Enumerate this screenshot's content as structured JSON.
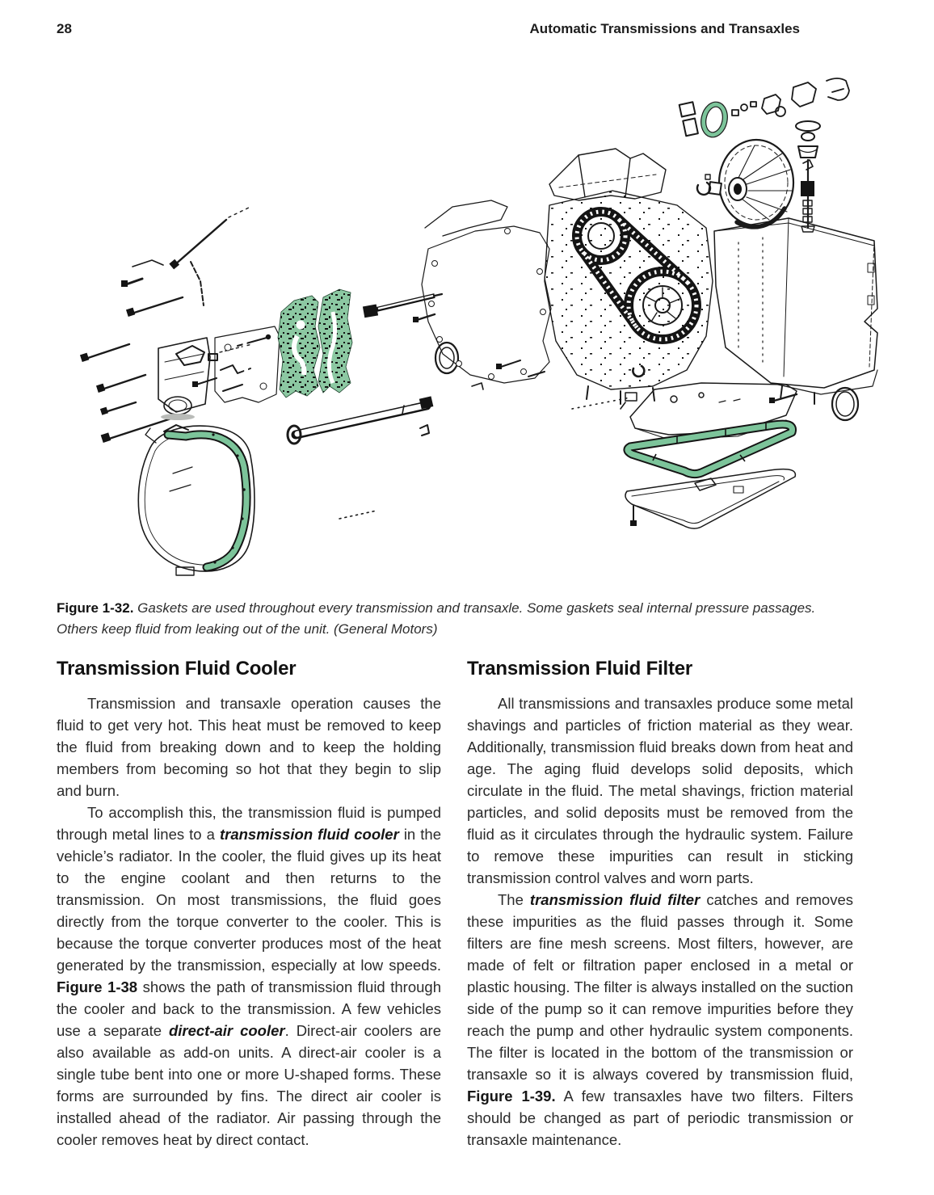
{
  "page": {
    "number": "28",
    "running_head": "Automatic Transmissions and Transaxles"
  },
  "figure": {
    "label": "Figure 1-32.",
    "caption": " Gaskets are used throughout every transmission and transaxle. Some gaskets seal internal pressure passages. Others keep fluid from leaking out of the unit. (General Motors)",
    "colors": {
      "gasket_highlight": "#8cc8a2",
      "gasket_highlight_stroke": "#7cc49a",
      "line_ink": "#1a1a1a"
    }
  },
  "columns": {
    "left": {
      "heading": "Transmission Fluid Cooler",
      "paragraphs": [
        {
          "runs": [
            {
              "s": "n",
              "t": "Transmission and transaxle operation causes the fluid to get very hot. This heat must be removed to keep the fluid from breaking down and to keep the holding members from becoming so hot that they begin to slip and burn."
            }
          ]
        },
        {
          "runs": [
            {
              "s": "n",
              "t": "To accomplish this, the transmission fluid is pumped through metal lines to a "
            },
            {
              "s": "bi",
              "t": "transmission fluid cooler"
            },
            {
              "s": "n",
              "t": " in the vehicle’s radiator. In the cooler, the fluid gives up its heat to the engine coolant and then returns to the transmission. On most transmissions, the fluid goes directly from the torque converter to the cooler. This is because the torque converter produces most of the heat generated by the transmission, especially at low speeds. "
            },
            {
              "s": "b",
              "t": "Figure 1-38"
            },
            {
              "s": "n",
              "t": " shows the path of transmission fluid through the cooler and back to the transmission. A few vehicles use a separate "
            },
            {
              "s": "bi",
              "t": "direct-air cooler"
            },
            {
              "s": "n",
              "t": ". Direct-air coolers are also available as add-on units. A direct-air cooler is a single tube bent into one or more U-shaped forms. These forms are surrounded by fins. The direct air cooler is installed ahead of the radiator. Air passing through the cooler removes heat by direct contact."
            }
          ]
        }
      ]
    },
    "right": {
      "heading": "Transmission Fluid Filter",
      "paragraphs": [
        {
          "runs": [
            {
              "s": "n",
              "t": "All transmissions and transaxles produce some metal shavings and particles of friction material as they wear. Additionally, transmission fluid breaks down from heat and age. The aging fluid develops solid deposits, which circulate in the fluid. The metal shavings, friction material particles, and solid deposits must be removed from the fluid as it circulates through the hydraulic system. Failure to remove these impurities can result in sticking transmission control valves and worn parts."
            }
          ]
        },
        {
          "runs": [
            {
              "s": "n",
              "t": "The "
            },
            {
              "s": "bi",
              "t": "transmission fluid filter"
            },
            {
              "s": "n",
              "t": " catches and removes these impurities as the fluid passes through it. Some filters are fine mesh screens. Most filters, however, are made of felt or filtration paper enclosed in a metal or plastic housing. The filter is always installed on the suction side of the pump so it can remove impurities before they reach the pump and other hydraulic system components. The filter is located in the bottom of the transmission or transaxle so it is always covered by transmission fluid, "
            },
            {
              "s": "b",
              "t": "Figure 1-39."
            },
            {
              "s": "n",
              "t": " A few transaxles have two filters. Filters should be changed as part of periodic transmission or transaxle maintenance."
            }
          ]
        }
      ]
    }
  }
}
